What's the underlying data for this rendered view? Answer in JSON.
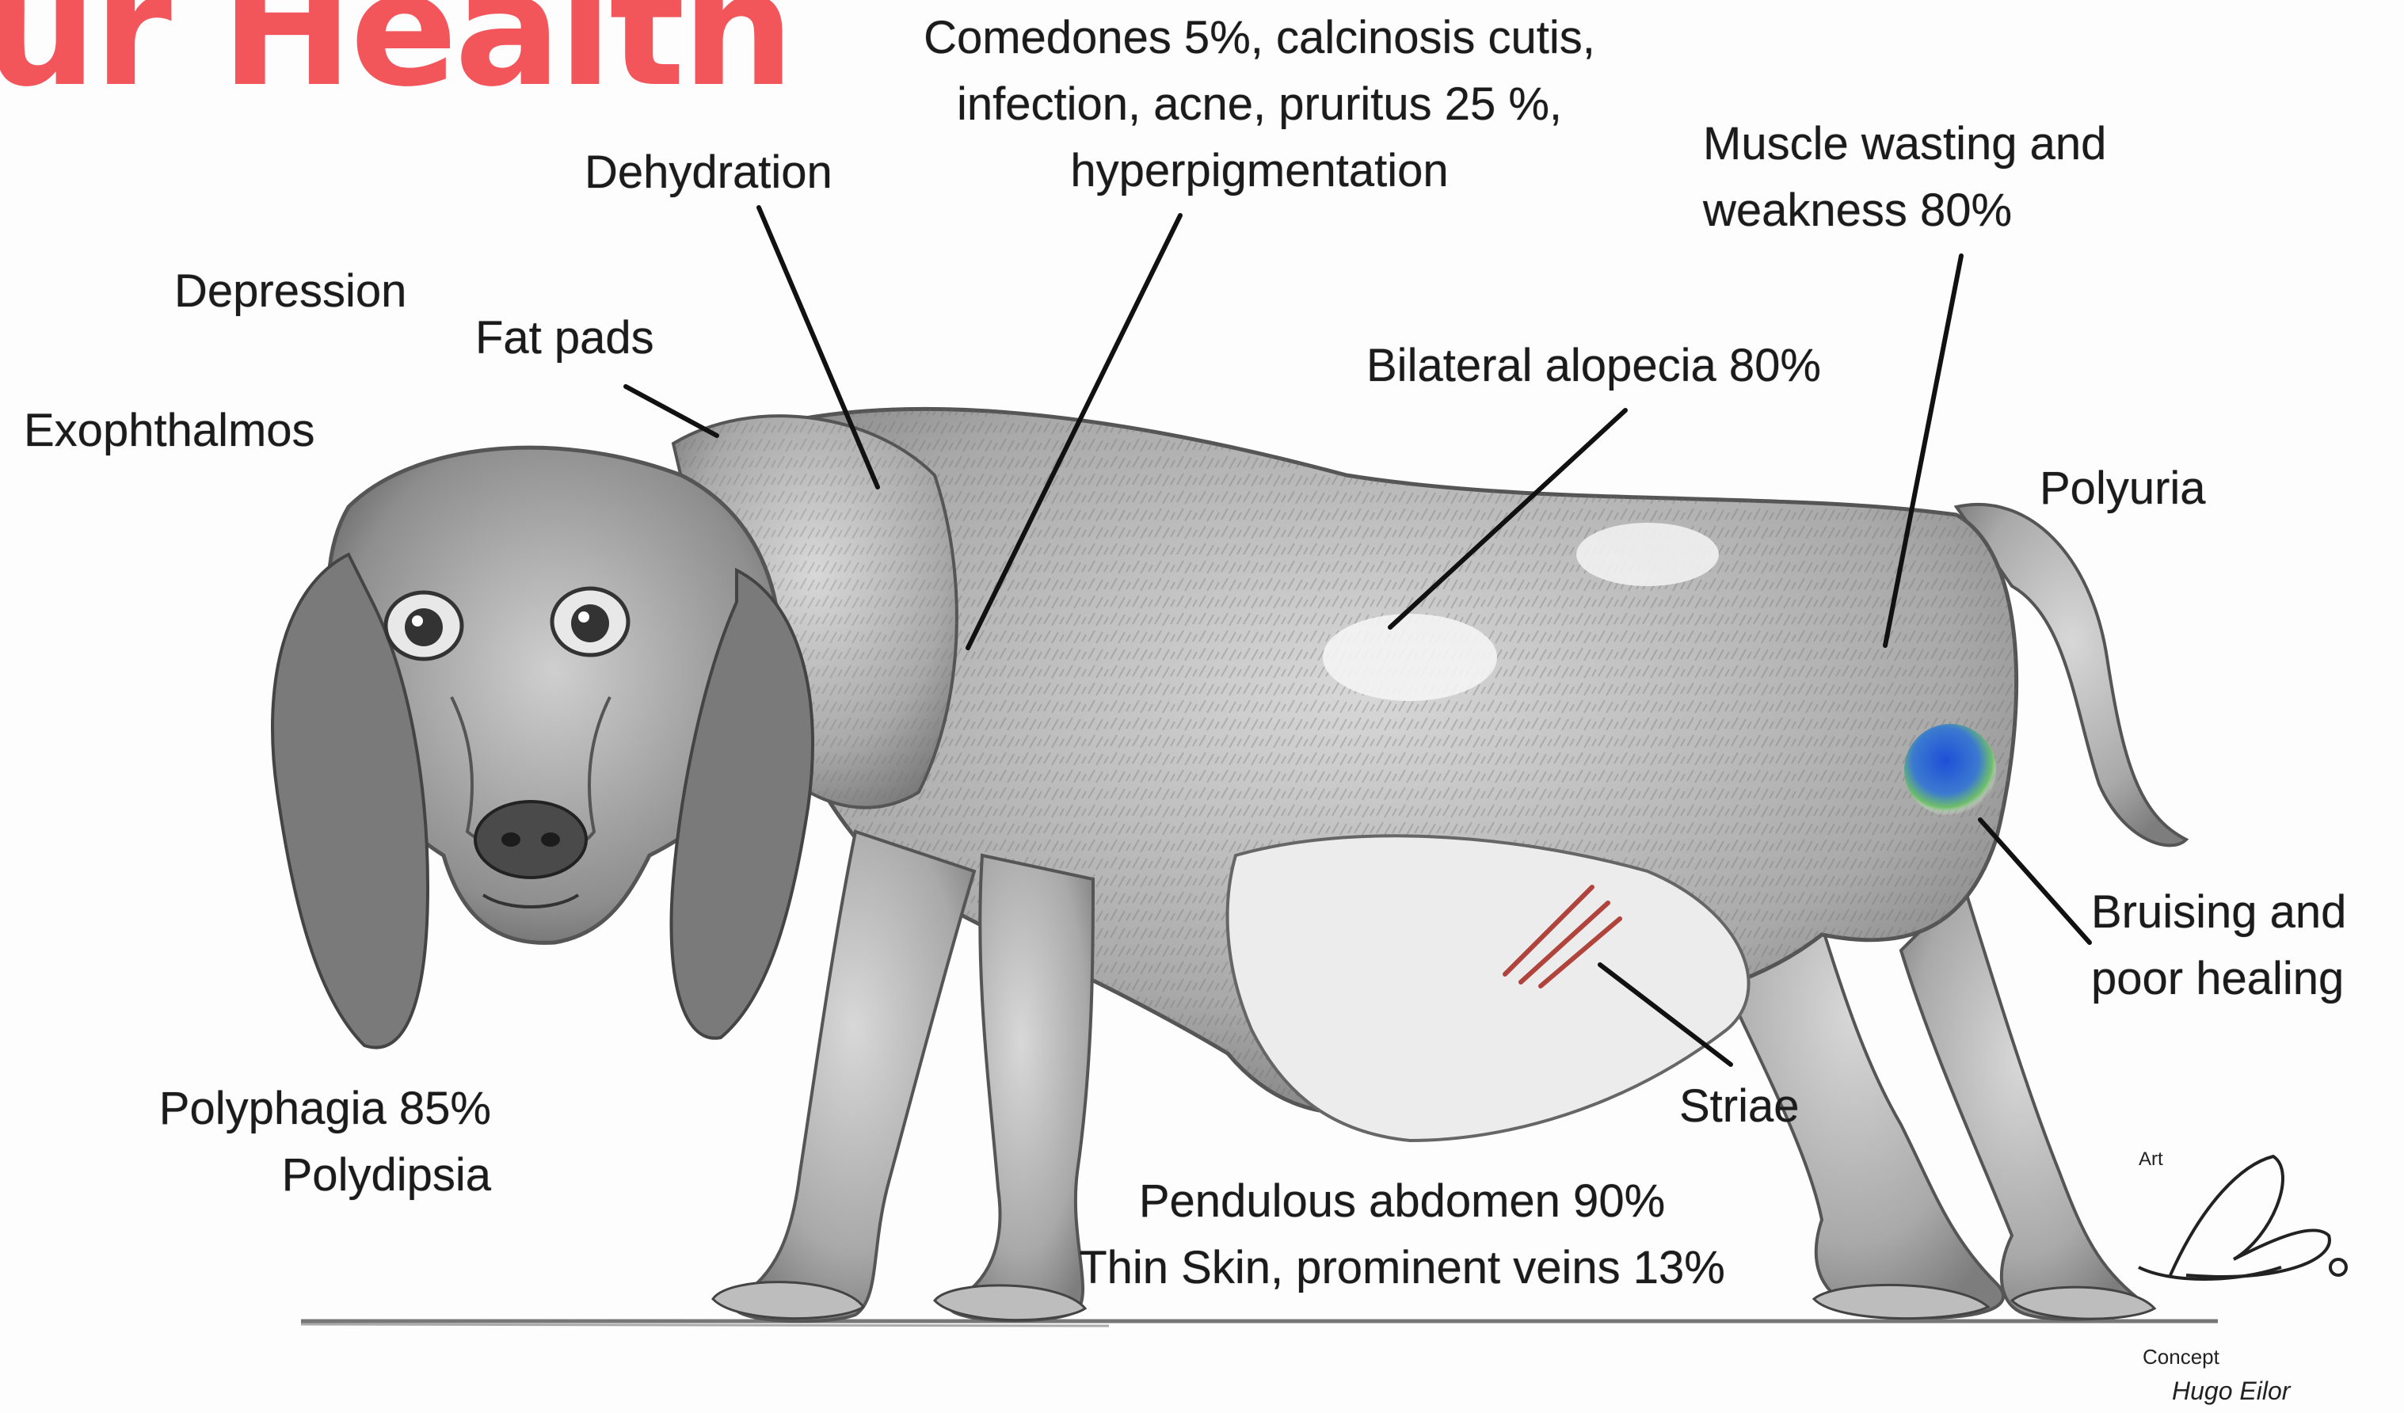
{
  "banner": {
    "text": "ur Health",
    "color": "#f2555a"
  },
  "labels": {
    "comedones": [
      "Comedones 5%, calcinosis cutis,",
      "infection, acne, pruritus 25 %,",
      "hyperpigmentation"
    ],
    "dehydration": "Dehydration",
    "depression": "Depression",
    "fat_pads": "Fat pads",
    "exophthalmos": "Exophthalmos",
    "muscle": [
      "Muscle wasting and",
      "weakness 80%"
    ],
    "alopecia": "Bilateral alopecia 80%",
    "polyuria": "Polyuria",
    "bruising": [
      "Bruising and",
      "poor healing"
    ],
    "striae": "Striae",
    "polyphagia": [
      "Polyphagia 85%",
      "Polydipsia"
    ],
    "pendulous": [
      "Pendulous abdomen 90%",
      "Thin Skin, prominent veins 13%"
    ]
  },
  "credits": {
    "art": "Art",
    "concept": "Concept",
    "author": "Hugo Eilor"
  },
  "colors": {
    "text": "#1b1b1b",
    "fur": "#9a9a9a",
    "bruise": "#2a5fc9",
    "striae": "#b0443c"
  }
}
